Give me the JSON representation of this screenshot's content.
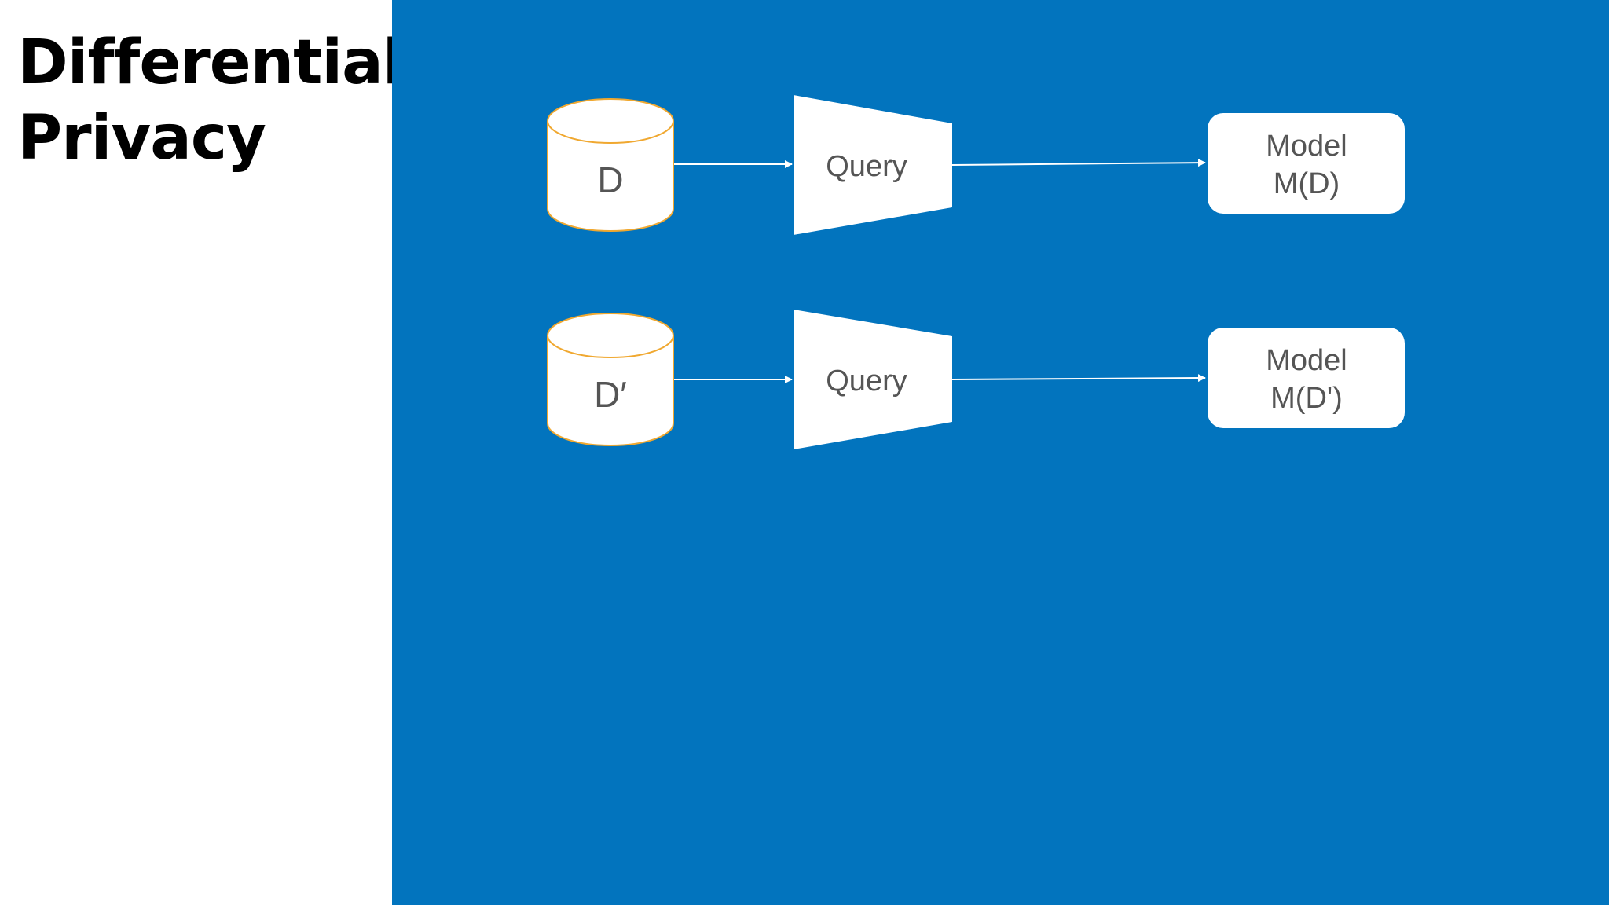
{
  "title": {
    "line1": "Differential",
    "line2": "Privacy"
  },
  "colors": {
    "panel": "#0274BE",
    "database_outline": "#F0A830",
    "shape_fill": "#FFFFFF",
    "label_text": "#555555",
    "arrow": "#FFFFFF"
  },
  "rows": [
    {
      "database": "D",
      "query": "Query",
      "model_line1": "Model",
      "model_line2": "M(D)"
    },
    {
      "database": "D′",
      "query": "Query",
      "model_line1": "Model",
      "model_line2": "M(D')"
    }
  ]
}
